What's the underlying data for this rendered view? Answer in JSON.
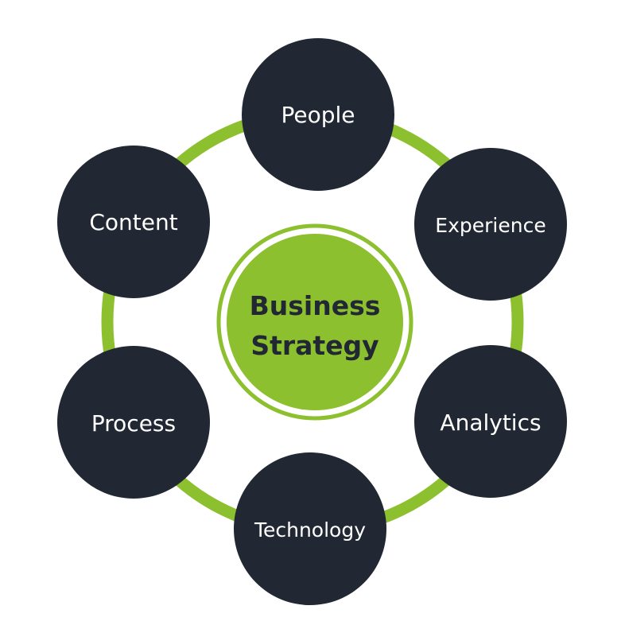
{
  "colors": {
    "ring": "#8dc02f",
    "node_fill": "#212833",
    "node_text": "#ffffff",
    "center_fill": "#8dc02f",
    "center_text": "#212833",
    "background": "#ffffff"
  },
  "center": {
    "line1": "Business",
    "line2": "Strategy"
  },
  "nodes": [
    {
      "label": "People"
    },
    {
      "label": "Experience"
    },
    {
      "label": "Analytics"
    },
    {
      "label": "Technology"
    },
    {
      "label": "Process"
    },
    {
      "label": "Content"
    }
  ]
}
